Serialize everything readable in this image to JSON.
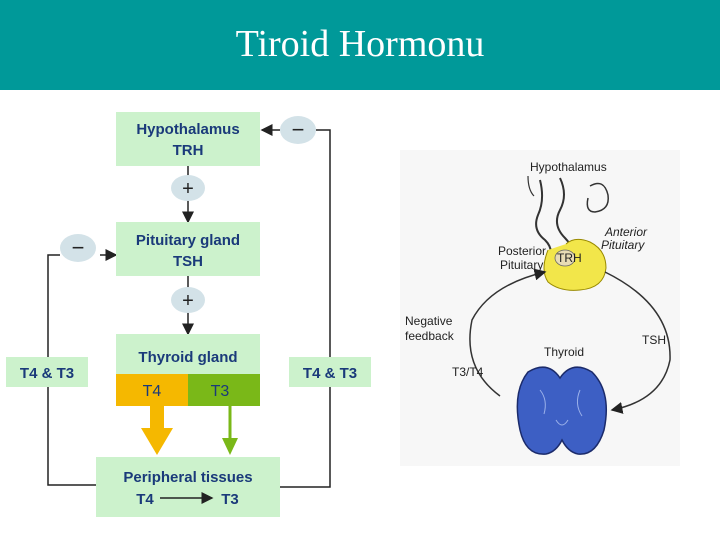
{
  "title": "Tiroid Hormonu",
  "flow": {
    "hypothalamus": {
      "line1": "Hypothalamus",
      "line2": "TRH"
    },
    "pituitary": {
      "line1": "Pituitary gland",
      "line2": "TSH"
    },
    "thyroid": {
      "line1": "Thyroid gland",
      "t4": "T4",
      "t3": "T3"
    },
    "peripheral": {
      "line1": "Peripheral tissues",
      "t4": "T4",
      "t3": "T3"
    },
    "plus1": "+",
    "plus2": "+",
    "minus_top": "−",
    "minus_left": "−",
    "left_label": "T4 & T3",
    "right_label": "T4 & T3"
  },
  "anatomy": {
    "hypothalamus": "Hypothalamus",
    "anterior_pituitary": "Anterior\nPituitary",
    "posterior_pituitary": "Posterior\nPituitary",
    "trh": "TRH",
    "negative_feedback": "Negative\nfeedback",
    "tsh": "TSH",
    "thyroid": "Thyroid",
    "t3t4": "T3/T4"
  },
  "colors": {
    "header": "#009999",
    "box": "#ccf2cc",
    "t4": "#f5b800",
    "t3": "#7ab818",
    "oval": "#d3e2e8",
    "text": "#1a3a7a"
  }
}
